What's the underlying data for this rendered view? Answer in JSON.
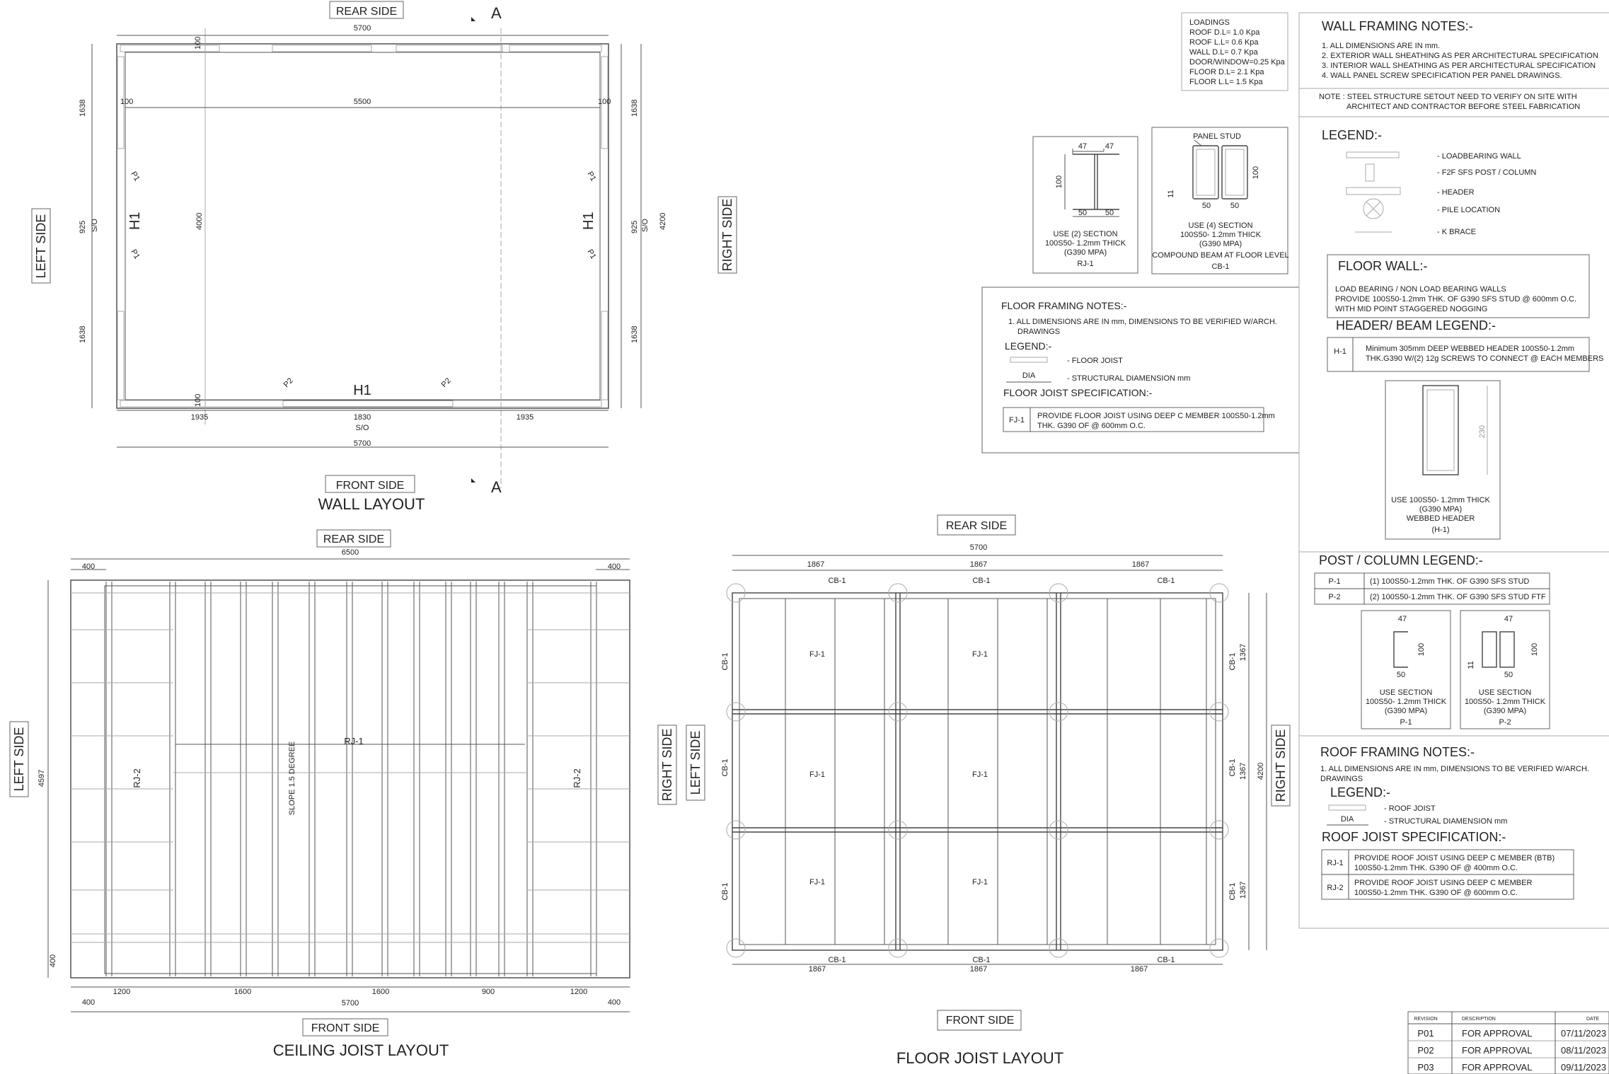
{
  "wall_layout": {
    "rear_label": "REAR SIDE",
    "front_label": "FRONT SIDE",
    "left_label": "LEFT SIDE",
    "right_label": "RIGHT SIDE",
    "title": "WALL LAYOUT",
    "section_mark": "A",
    "dim_top": "5700",
    "dim_inner": "5500",
    "dim_bottom": "5700",
    "dim_100": "100",
    "dim_1638": "1638",
    "dim_925": "925",
    "dim_so": "S/O",
    "dim_4000": "4000",
    "dim_4200": "4200",
    "dim_1935": "1935",
    "dim_1830": "1830",
    "header": "H1",
    "post1": "P1",
    "post2": "P2"
  },
  "ceiling_layout": {
    "rear_label": "REAR SIDE",
    "front_label": "FRONT SIDE",
    "left_label": "LEFT SIDE",
    "right_label": "RIGHT SIDE",
    "title": "CEILING JOIST LAYOUT",
    "dim_6500": "6500",
    "dim_400": "400",
    "dim_4597": "4597",
    "dim_5700": "5700",
    "dims_bottom": [
      "1200",
      "1600",
      "1600",
      "900",
      "1200"
    ],
    "rj1": "RJ-1",
    "rj2": "RJ-2",
    "slope": "SLOPE 1.5 DEGREE"
  },
  "floor_layout": {
    "rear_label": "REAR SIDE",
    "front_label": "FRONT SIDE",
    "left_label": "LEFT SIDE",
    "right_label": "RIGHT SIDE",
    "title": "FLOOR JOIST LAYOUT",
    "dim_5700": "5700",
    "dim_1867": "1867",
    "dim_1367": "1367",
    "dim_4200": "4200",
    "cb1": "CB-1",
    "fj1": "FJ-1"
  },
  "loadings": {
    "lines": [
      "LOADINGS",
      "ROOF D.L= 1.0 Kpa",
      "ROOF L.L= 0.6 Kpa",
      "WALL D.L= 0.7 Kpa",
      "DOOR/WINDOW=0.25 Kpa",
      "FLOOR D.L= 2.1 Kpa",
      "FLOOR L.L= 1.5 Kpa"
    ]
  },
  "sections": {
    "rj": {
      "w1": "47",
      "w2": "47",
      "h": "100",
      "b1": "50",
      "b2": "50",
      "lines": [
        "USE (2) SECTION",
        "100S50- 1.2mm THICK",
        "(G390 MPA)",
        "RJ-1"
      ]
    },
    "cb": {
      "panel": "PANEL STUD",
      "h": "100",
      "lip": "11",
      "b1": "50",
      "b2": "50",
      "lines": [
        "USE (4) SECTION",
        "100S50- 1.2mm THICK",
        "(G390 MPA)",
        "COMPOUND BEAM AT FLOOR LEVEL",
        "CB-1"
      ]
    }
  },
  "floor_notes": {
    "title": "FLOOR FRAMING NOTES:-",
    "note1a": "1.  ALL DIMENSIONS ARE IN mm, DIMENSIONS TO BE VERIFIED W/ARCH.",
    "note1b": "DRAWINGS",
    "legend_title": "LEGEND:-",
    "legend_joist": "-  FLOOR  JOIST",
    "legend_dia_symbol": "DIA",
    "legend_dia": "-  STRUCTURAL DIAMENSION mm",
    "spec_title": "FLOOR JOIST  SPECIFICATION:-",
    "spec_code": "FJ-1",
    "spec_text_a": "PROVIDE FLOOR JOIST USING DEEP C MEMBER 100S50-1.2mm",
    "spec_text_b": "THK. G390 OF @ 600mm O.C."
  },
  "wall_notes": {
    "title": "WALL FRAMING NOTES:-",
    "items": [
      "1.  ALL DIMENSIONS ARE IN mm.",
      "2.  EXTERIOR WALL SHEATHING AS PER ARCHITECTURAL SPECIFICATION",
      "3.  INTERIOR WALL SHEATHING AS PER ARCHITECTURAL SPECIFICATION",
      "4.  WALL PANEL SCREW SPECIFICATION PER PANEL DRAWINGS."
    ],
    "note_a": "NOTE : STEEL STRUCTURE SETOUT NEED TO VERIFY ON SITE WITH",
    "note_b": "ARCHITECT AND CONTRACTOR BEFORE STEEL FABRICATION"
  },
  "legend": {
    "title": "LEGEND:-",
    "items": [
      "- LOADBEARING WALL",
      "-  F2F SFS POST / COLUMN",
      "-  HEADER",
      "-  PILE LOCATION",
      "-  K BRACE"
    ]
  },
  "floor_wall": {
    "title": "FLOOR WALL:-",
    "lines": [
      "LOAD BEARING  / NON LOAD BEARING WALLS",
      "PROVIDE 100S50-1.2mm THK. OF G390  SFS STUD  @ 600mm O.C.",
      "WITH MID POINT STAGGERED NOGGING"
    ]
  },
  "header_legend": {
    "title": "HEADER/  BEAM LEGEND:-",
    "code": "H-1",
    "text_a": "Minimum 305mm DEEP WEBBED HEADER 100S50-1.2mm",
    "text_b": "THK.G390 W/(2) 12g SCREWS TO CONNECT @ EACH MEMBERS",
    "dim": "230",
    "caption": [
      "USE 100S50- 1.2mm THICK",
      "(G390 MPA)",
      "WEBBED HEADER",
      "(H-1)"
    ]
  },
  "post_legend": {
    "title": "POST / COLUMN LEGEND:-",
    "rows": [
      {
        "code": "P-1",
        "text": "(1) 100S50-1.2mm THK. OF G390  SFS STUD"
      },
      {
        "code": "P-2",
        "text": "(2) 100S50-1.2mm THK. OF G390  SFS STUD FTF"
      }
    ],
    "p1": {
      "w": "47",
      "h": "100",
      "b": "50",
      "lines": [
        "USE SECTION",
        "100S50- 1.2mm THICK",
        "(G390 MPA)",
        "P-1"
      ]
    },
    "p2": {
      "w": "47",
      "h": "100",
      "lip": "11",
      "b": "50",
      "lines": [
        "USE SECTION",
        "100S50- 1.2mm THICK",
        "(G390 MPA)",
        "P-2"
      ]
    }
  },
  "roof_notes": {
    "title": "ROOF FRAMING NOTES:-",
    "note1a": "1.  ALL DIMENSIONS ARE IN mm, DIMENSIONS TO BE VERIFIED W/ARCH.",
    "note1b": "DRAWINGS",
    "legend_title": "LEGEND:-",
    "legend_joist": "-  ROOF  JOIST",
    "legend_dia_symbol": "DIA",
    "legend_dia": "-  STRUCTURAL DIAMENSION mm",
    "spec_title": "ROOF JOIST  SPECIFICATION:-",
    "rows": [
      {
        "code": "RJ-1",
        "a": "PROVIDE  ROOF JOIST USING DEEP C MEMBER (BTB)",
        "b": "100S50-1.2mm THK. G390 OF @ 400mm O.C."
      },
      {
        "code": "RJ-2",
        "a": "PROVIDE  ROOF JOIST USING DEEP C MEMBER",
        "b": "100S50-1.2mm THK. G390 OF @ 600mm O.C."
      }
    ]
  },
  "revisions": {
    "headers": [
      "REVISION",
      "DESCRIPTION",
      "DATE"
    ],
    "rows": [
      [
        "P01",
        "FOR APPROVAL",
        "07/11/2023"
      ],
      [
        "P02",
        "FOR APPROVAL",
        "08/11/2023"
      ],
      [
        "P03",
        "FOR APPROVAL",
        "09/11/2023"
      ]
    ]
  }
}
